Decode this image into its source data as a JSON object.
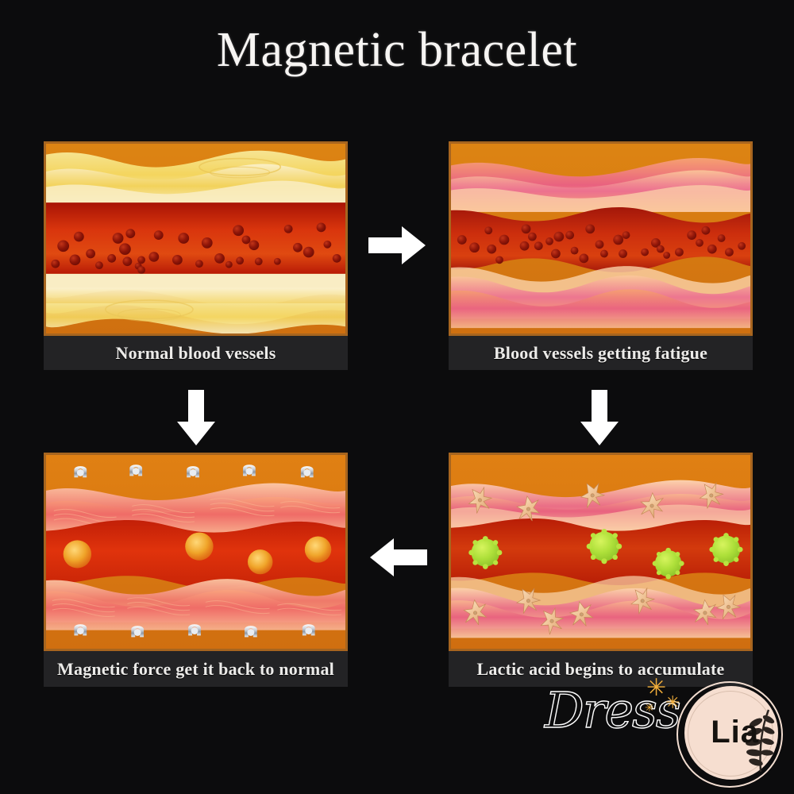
{
  "page": {
    "title": "Magnetic bracelet",
    "background_color": "#0c0c0d",
    "accent_frame_color": "#a7651f",
    "caption_bar_color": "#232325",
    "caption_text_color": "#ecebe9",
    "arrow_color": "#ffffff"
  },
  "panels": [
    {
      "id": "panel-1",
      "position": "top-left",
      "caption": "Normal blood vessels",
      "illustration": {
        "name": "normal-blood-vessel-illustration",
        "background": "#d97a12",
        "tissue_color": "#f2d46a",
        "vessel_color": "#c9220c",
        "cell_color": "#8e1008",
        "cell_count": 34,
        "vessel_shape": "straight-wide"
      }
    },
    {
      "id": "panel-2",
      "position": "top-right",
      "caption": "Blood vessels getting fatigue",
      "illustration": {
        "name": "fatigued-blood-vessel-illustration",
        "background": "#d97a12",
        "tissue_color": "#e8687f",
        "vessel_color": "#c9220c",
        "cell_color": "#8e1008",
        "cell_count": 34,
        "vessel_shape": "wavy-constricted"
      }
    },
    {
      "id": "panel-3",
      "position": "bottom-left",
      "caption": "Magnetic force get it back to normal",
      "illustration": {
        "name": "magnetic-force-restoring-illustration",
        "background": "#d97a12",
        "tissue_color": "#ef7a63",
        "vessel_color": "#d8260c",
        "magnet_color": "#d9dde2",
        "magnet_count": 10,
        "molecule_color": "#f0a528",
        "molecule_count": 4,
        "vessel_shape": "wavy-open"
      }
    },
    {
      "id": "panel-4",
      "position": "bottom-right",
      "caption": "Lactic acid begins to accumulate",
      "illustration": {
        "name": "lactic-acid-accumulation-illustration",
        "background": "#d97a12",
        "tissue_color": "#e8607e",
        "vessel_color": "#c9300c",
        "lactic_acid_blob_color": "#aee03a",
        "lactic_acid_blob_count": 4,
        "crystal_color": "#f0c79a",
        "crystal_count": 12,
        "vessel_shape": "wavy-constricted"
      }
    }
  ],
  "arrows": [
    {
      "name": "arrow-panel1-to-panel2",
      "direction": "right"
    },
    {
      "name": "arrow-panel2-to-panel4",
      "direction": "down"
    },
    {
      "name": "arrow-panel4-to-panel3",
      "direction": "left"
    },
    {
      "name": "arrow-panel1-down",
      "direction": "down"
    }
  ],
  "watermark": {
    "script_text": "Dress",
    "bold_text": "Lia",
    "sparkle_glyph": "✳",
    "circle_color": "#f6ded0",
    "sparkle_color": "#f0ad3a"
  }
}
